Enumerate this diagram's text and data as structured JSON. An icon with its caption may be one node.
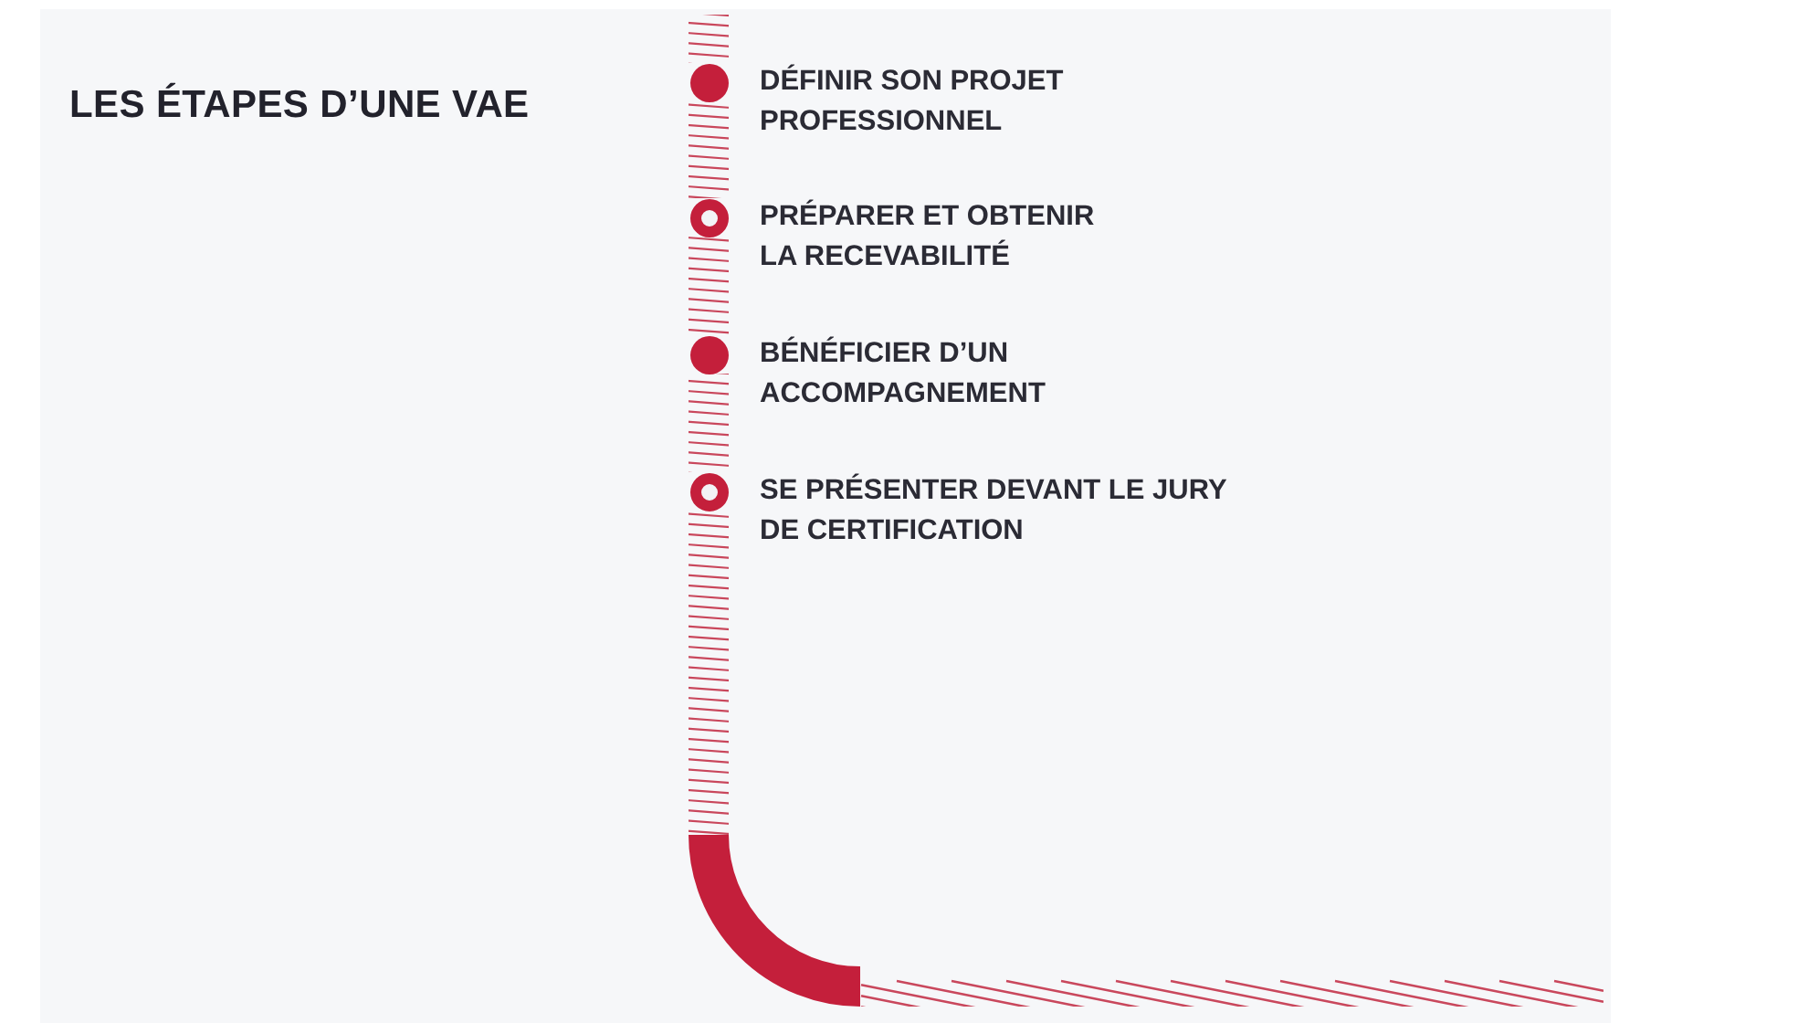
{
  "diagram": {
    "title": "LES ÉTAPES D’UNE VAE",
    "nodes": [
      {
        "text": [],
        "shape": "circle",
        "beside": [
          "DÉFINIR SON PROJET PROFESSIONNEL"
        ]
      },
      {
        "text": [],
        "shape": "ring",
        "beside": [
          "PRÉPARER ET OBTENIR LA RECEVABILITÉ"
        ]
      },
      {
        "text": [],
        "shape": "circle",
        "beside": [
          "BÉNÉFICIER D’UN ACCOMPAGNEMENT"
        ]
      },
      {
        "text": [],
        "shape": "ring",
        "beside": [
          "SE PRÉSENTER DEVANT LE JURY DE CERTIFICATION"
        ]
      }
    ],
    "edges": [
      {
        "from": null,
        "to": 0,
        "arrow": "none"
      },
      {
        "from": 0,
        "to": 1,
        "arrow": "none"
      },
      {
        "from": 1,
        "to": 2,
        "arrow": "none"
      },
      {
        "from": 2,
        "to": 3,
        "arrow": "none"
      },
      {
        "from": 3,
        "to": null,
        "arrow": "none"
      }
    ]
  }
}
